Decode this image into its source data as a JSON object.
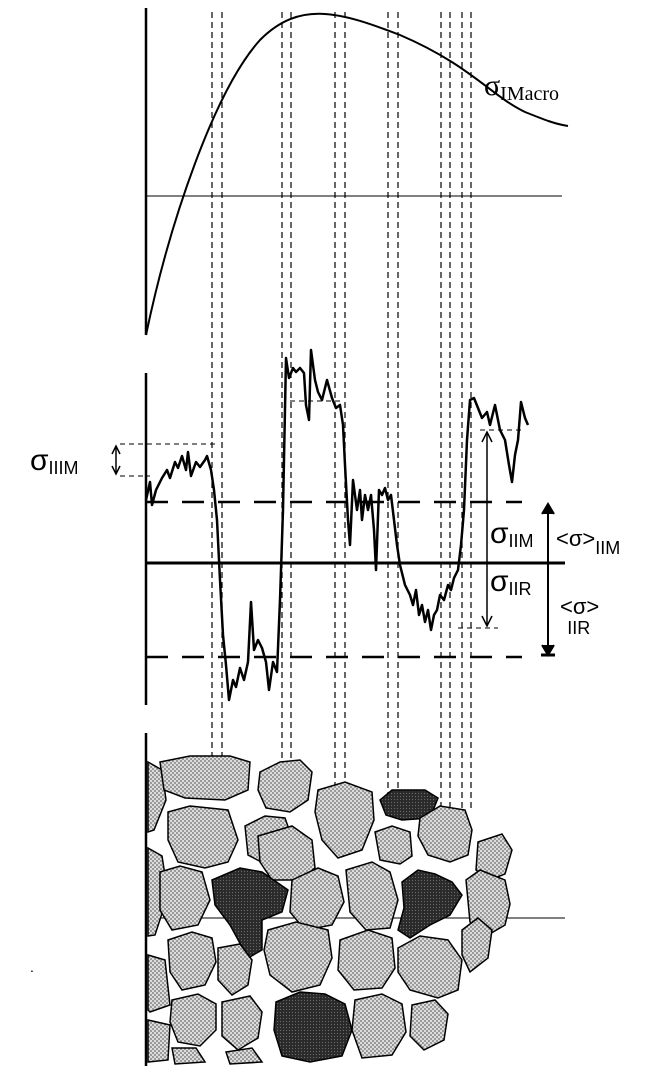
{
  "labels": {
    "macro_symbol": "σ",
    "macro_sub": "IMacro",
    "type3_symbol": "σ",
    "type3_sub": "IIIM",
    "type2m_symbol": "σ",
    "type2m_sub": "IIM",
    "type2r_symbol": "σ",
    "type2r_sub": "IIR",
    "avg_m_symbol": "<σ>",
    "avg_m_sub": "IIM",
    "avg_r_symbol": "<σ>",
    "avg_r_sub": "IIR"
  },
  "colors": {
    "ink": "#000000",
    "grain_light": "#cfcfcf",
    "grain_dark": "#303030",
    "background": "#ffffff"
  }
}
